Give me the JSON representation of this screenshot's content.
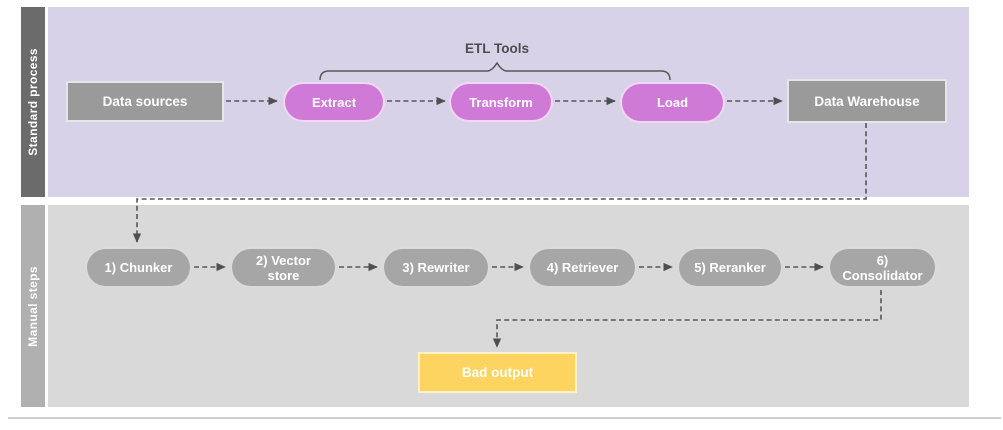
{
  "diagram": {
    "type": "flowchart",
    "lanes": [
      {
        "label": "Standard process"
      },
      {
        "label": "Manual steps"
      }
    ],
    "annotation": {
      "label": "ETL Tools",
      "covers": [
        "Extract",
        "Transform",
        "Load"
      ]
    },
    "nodes": {
      "data_sources": "Data sources",
      "extract": "Extract",
      "transform": "Transform",
      "load": "Load",
      "data_warehouse": "Data Warehouse",
      "chunker": "1) Chunker",
      "vector_store": "2) Vector\nstore",
      "rewriter": "3) Rewriter",
      "retriever": "4) Retriever",
      "reranker": "5) Reranker",
      "consolidator": "6)\nConsolidator",
      "bad_output": "Bad output"
    },
    "edges": [
      {
        "from": "Data sources",
        "to": "Extract"
      },
      {
        "from": "Extract",
        "to": "Transform"
      },
      {
        "from": "Transform",
        "to": "Load"
      },
      {
        "from": "Load",
        "to": "Data Warehouse"
      },
      {
        "from": "Data Warehouse",
        "to": "1) Chunker"
      },
      {
        "from": "1) Chunker",
        "to": "2) Vector store"
      },
      {
        "from": "2) Vector store",
        "to": "3) Rewriter"
      },
      {
        "from": "3) Rewriter",
        "to": "4) Retriever"
      },
      {
        "from": "4) Retriever",
        "to": "5) Reranker"
      },
      {
        "from": "5) Reranker",
        "to": "6) Consolidator"
      },
      {
        "from": "6) Consolidator",
        "to": "Bad output"
      }
    ],
    "colors": {
      "lane1_bar": "#6b6b6b",
      "lane1_bg": "#d8d2e8",
      "lane2_bar": "#b0b0b0",
      "lane2_bg": "#d9d9d9",
      "etl_pill": "#d07ad8",
      "gray_node": "#9a9a9a",
      "manual_pill": "#a6a6a6",
      "bad_output_fill": "#fdd45f",
      "connector": "#575757",
      "annotation_text": "#4d4d4d"
    }
  }
}
